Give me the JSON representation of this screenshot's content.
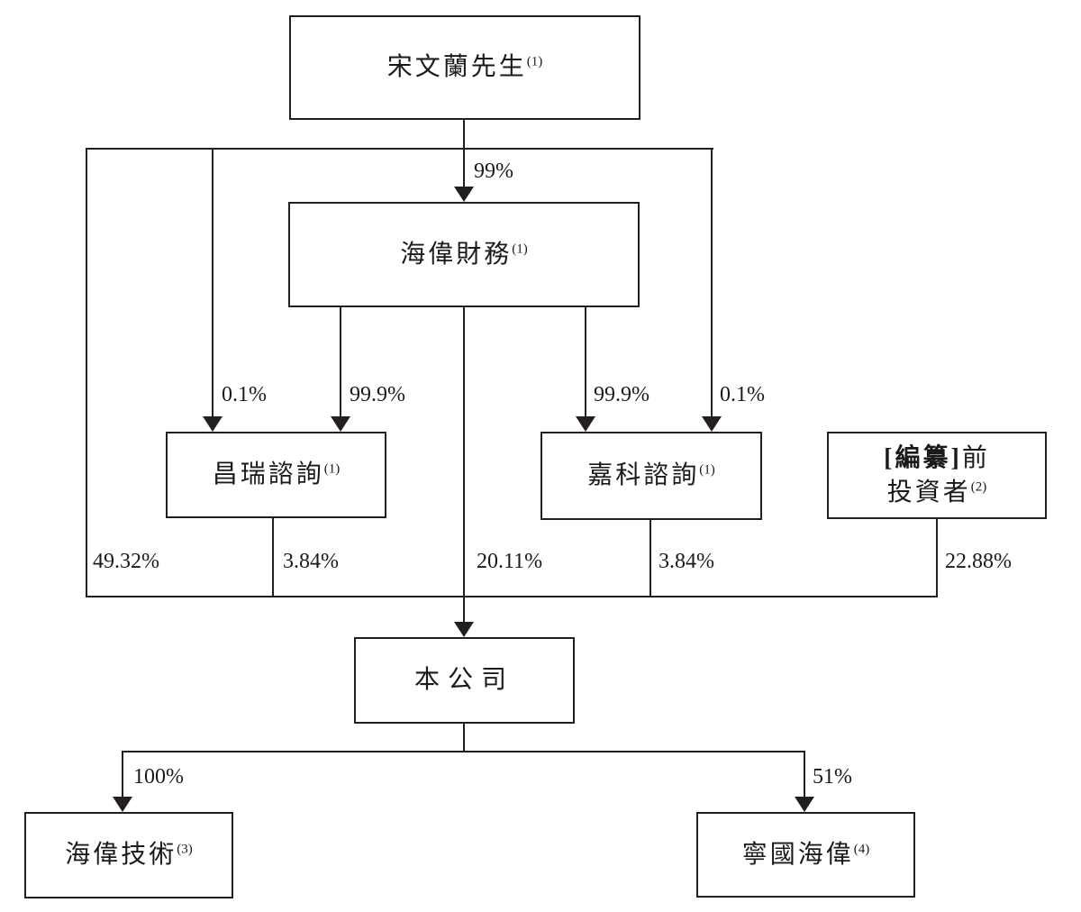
{
  "diagram": {
    "type": "org-shareholding-structure",
    "background_color": "#ffffff",
    "line_color": "#231f20",
    "nodes": {
      "song_wenlan": {
        "label": "宋文蘭先生",
        "note": "(1)"
      },
      "haiwei_finance": {
        "label": "海偉財務",
        "note": "(1)"
      },
      "changrui_consulting": {
        "label": "昌瑞諮詢",
        "note": "(1)"
      },
      "jiake_consulting": {
        "label": "嘉科諮詢",
        "note": "(1)"
      },
      "pre_ipo_investors": {
        "label_bold": "[編纂]",
        "label_tail": "前",
        "label_line2": "投資者",
        "note": "(2)"
      },
      "the_company": {
        "label": "本公司"
      },
      "haiwei_technology": {
        "label": "海偉技術",
        "note": "(3)"
      },
      "ningguo_haiwei": {
        "label": "寧國海偉",
        "note": "(4)"
      }
    },
    "ownership_labels": {
      "song_to_finance": "99%",
      "song_to_changrui": "0.1%",
      "finance_to_changrui": "99.9%",
      "finance_to_jiake": "99.9%",
      "song_to_jiake": "0.1%",
      "song_to_company": "49.32%",
      "changrui_to_company": "3.84%",
      "finance_to_company": "20.11%",
      "jiake_to_company": "3.84%",
      "investors_to_company": "22.88%",
      "company_to_tech": "100%",
      "company_to_ningguo": "51%"
    }
  }
}
